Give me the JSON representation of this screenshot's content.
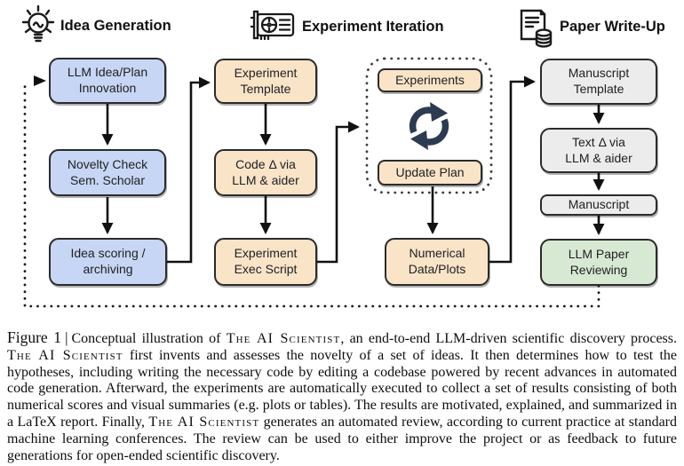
{
  "sections": [
    {
      "label": "Idea Generation",
      "icon": "lightbulb-icon"
    },
    {
      "label": "Experiment Iteration",
      "icon": "gpu-icon"
    },
    {
      "label": "Paper Write-Up",
      "icon": "paper-database-icon"
    }
  ],
  "boxes": {
    "llm_idea": {
      "label": "LLM Idea/Plan\nInnovation"
    },
    "novelty_check": {
      "label": "Novelty Check\nSem. Scholar"
    },
    "idea_scoring": {
      "label": "Idea scoring /\narchiving"
    },
    "experiment_template": {
      "label": "Experiment\nTemplate"
    },
    "code_delta": {
      "label": "Code Δ via\nLLM & aider"
    },
    "experiment_exec": {
      "label": "Experiment\nExec Script"
    },
    "experiments": {
      "label": "Experiments"
    },
    "update_plan": {
      "label": "Update Plan"
    },
    "numerical_data": {
      "label": "Numerical\nData/Plots"
    },
    "manuscript_template": {
      "label": "Manuscript\nTemplate"
    },
    "text_delta": {
      "label": "Text Δ via\nLLM & aider"
    },
    "manuscript": {
      "label": "Manuscript"
    },
    "llm_paper_reviewing": {
      "label": "LLM Paper\nReviewing"
    }
  },
  "colors": {
    "idea_boxes": "#c7d6f4",
    "experiment_boxes": "#f9e4c8",
    "writeup_boxes": "#ececec",
    "review_box": "#d8e9d3",
    "arrows": "#111111",
    "cycle_icon": "#2d3b52"
  },
  "caption": {
    "figure_label": "Figure 1",
    "separator": "|",
    "segments": [
      {
        "text": "Conceptual illustration of ",
        "smallcaps": false
      },
      {
        "text": "The AI Scientist",
        "smallcaps": true
      },
      {
        "text": ", an end-to-end LLM-driven scientific discovery process. ",
        "smallcaps": false
      },
      {
        "text": "The AI Scientist",
        "smallcaps": true
      },
      {
        "text": " first invents and assesses the novelty of a set of ideas. It then determines how to test the hypotheses, including writing the necessary code by editing a codebase powered by recent advances in automated code generation. Afterward, the experiments are automatically executed to collect a set of results consisting of both numerical scores and visual summaries (e.g. plots or tables). The results are motivated, explained, and summarized in a LaTeX report. Finally, ",
        "smallcaps": false
      },
      {
        "text": "The AI Scientist",
        "smallcaps": true
      },
      {
        "text": " generates an automated review, according to current practice at standard machine learning conferences. The review can be used to either improve the project or as feedback to future generations for open-ended scientific discovery.",
        "smallcaps": false
      }
    ]
  }
}
